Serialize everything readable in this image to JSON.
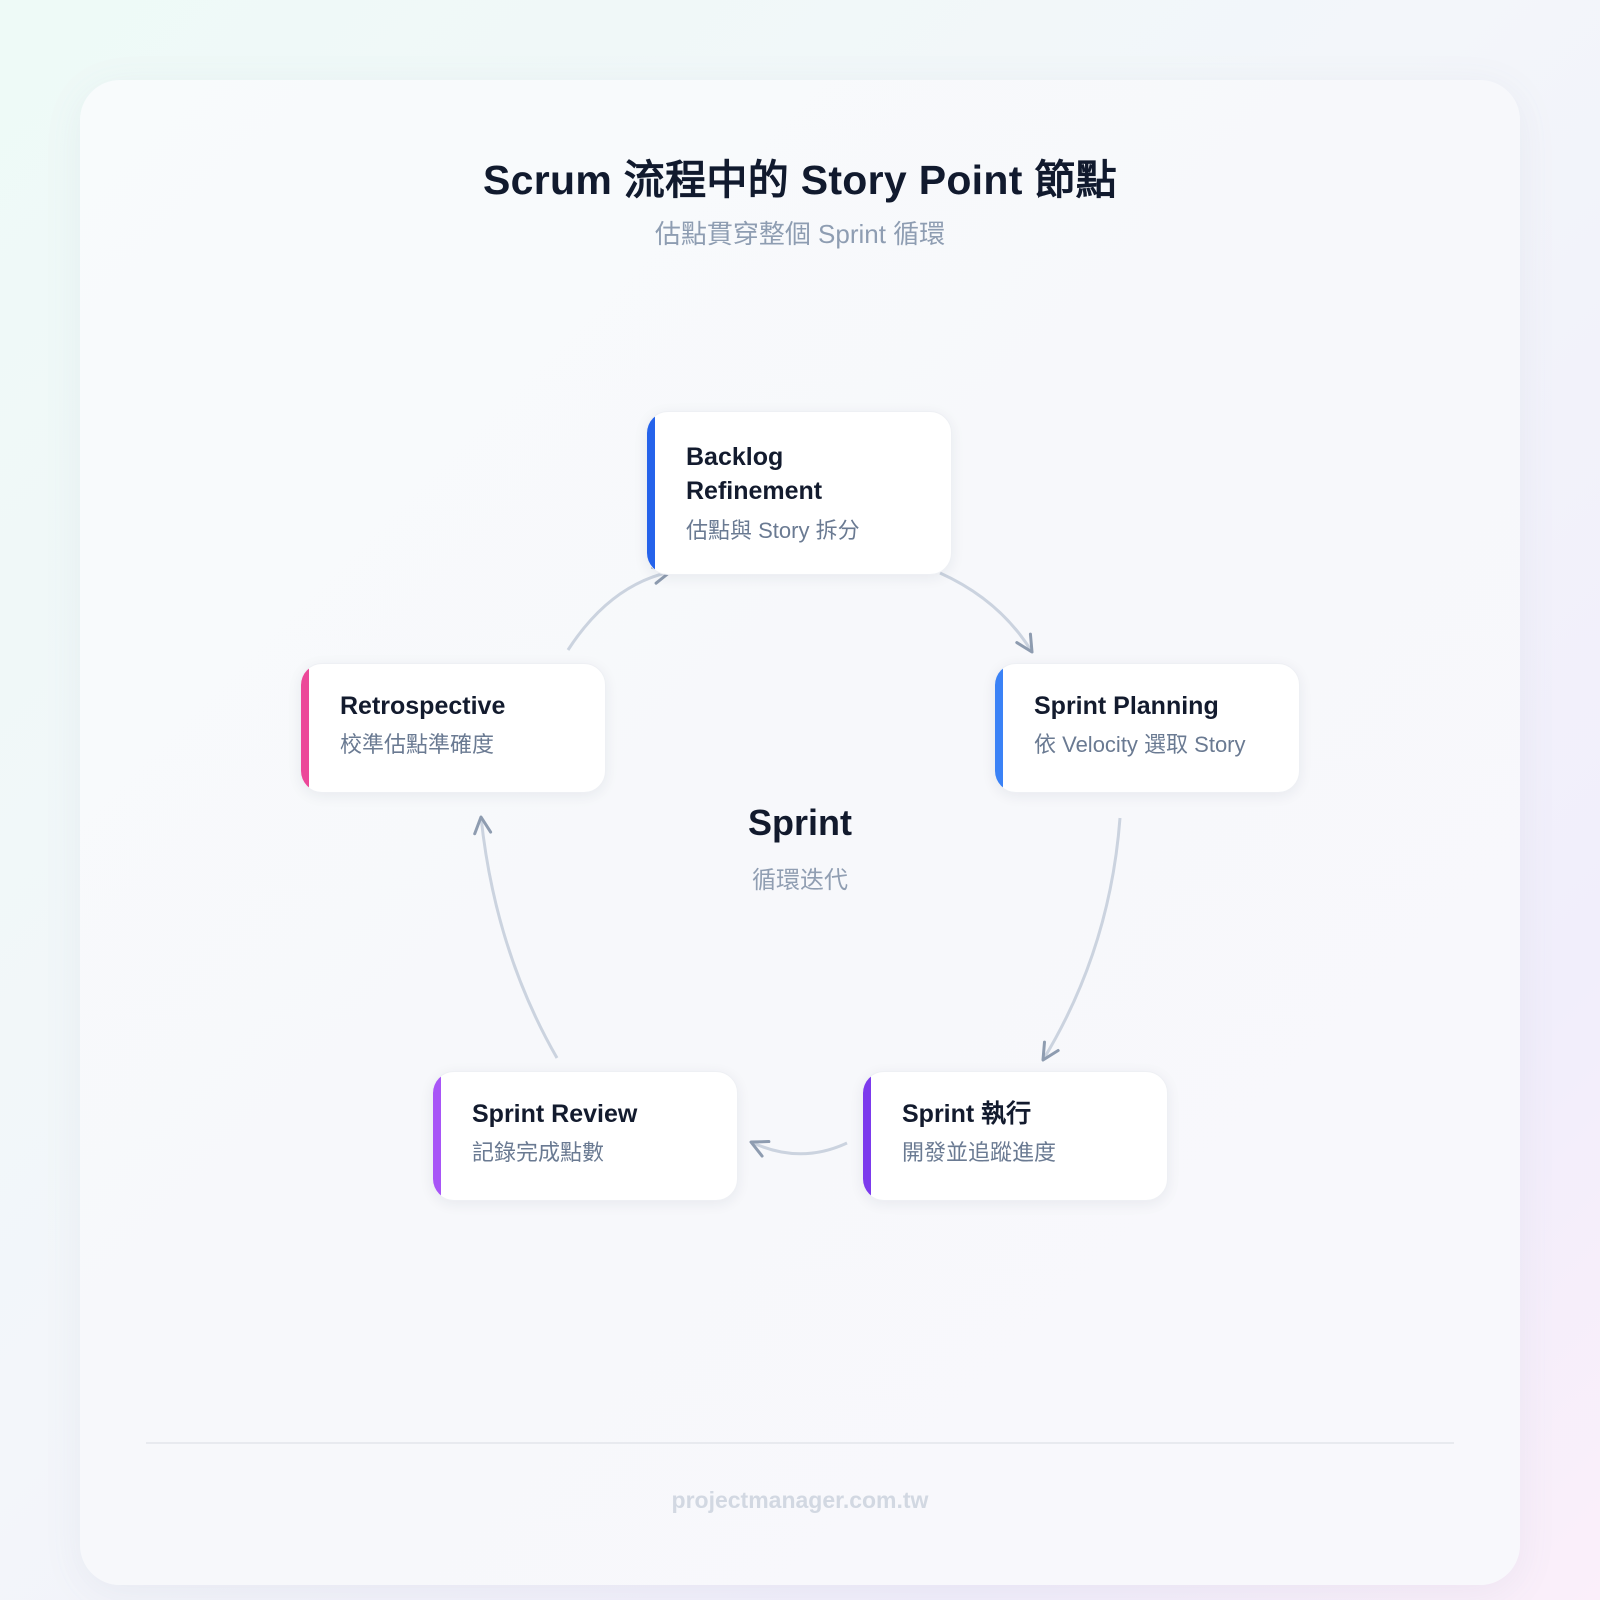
{
  "header": {
    "title": "Scrum 流程中的 Story Point 節點",
    "subtitle": "估點貫穿整個 Sprint 循環"
  },
  "center": {
    "title": "Sprint",
    "subtitle": "循環迭代"
  },
  "nodes": [
    {
      "name": "Backlog Refinement",
      "name_line1": "Backlog",
      "name_line2": "Refinement",
      "desc": "估點與 Story 拆分",
      "accent": "#2563eb"
    },
    {
      "name": "Sprint Planning",
      "desc": "依 Velocity 選取 Story",
      "accent": "#3b82f6"
    },
    {
      "name": "Sprint 執行",
      "desc": "開發並追蹤進度",
      "accent": "#7c3aed"
    },
    {
      "name": "Sprint Review",
      "desc": "記錄完成點數",
      "accent": "#a855f7"
    },
    {
      "name": "Retrospective",
      "desc": "校準估點準確度",
      "accent": "#ec4899"
    }
  ],
  "edges": [
    {
      "from": "Backlog Refinement",
      "to": "Sprint Planning"
    },
    {
      "from": "Sprint Planning",
      "to": "Sprint 執行"
    },
    {
      "from": "Sprint 執行",
      "to": "Sprint Review"
    },
    {
      "from": "Sprint Review",
      "to": "Retrospective"
    },
    {
      "from": "Retrospective",
      "to": "Backlog Refinement"
    }
  ],
  "colors": {
    "arrow_line": "#cbd3df",
    "arrow_head": "#8e9cb0"
  },
  "footer": {
    "site": "projectmanager.com.tw"
  }
}
